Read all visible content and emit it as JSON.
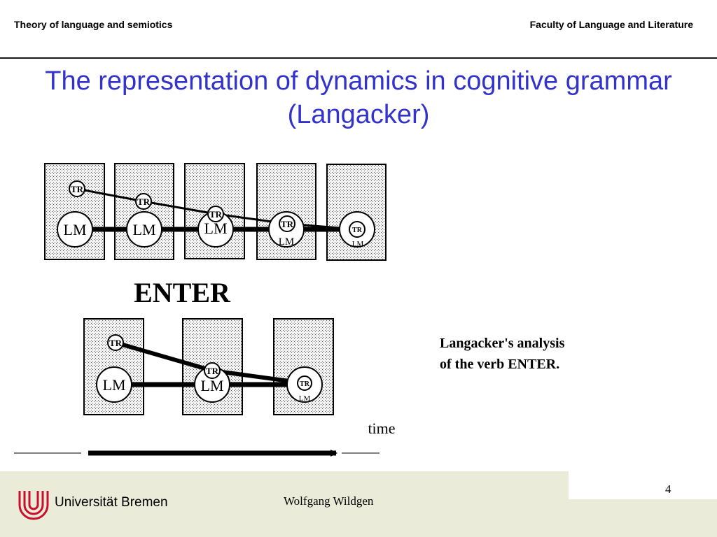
{
  "header": {
    "left": "Theory of language and semiotics",
    "right": "Faculty of Language and Literature"
  },
  "title": "The representation of dynamics in cognitive grammar (Langacker)",
  "figure": {
    "tr_label": "TR",
    "lm_label": "LM",
    "verb_label": "ENTER",
    "time_label": "time"
  },
  "caption": {
    "line1": "Langacker's analysis",
    "line2": "of the verb ENTER."
  },
  "footer": {
    "university": "Universität Bremen",
    "author": "Wolfgang Wildgen",
    "page": "4"
  },
  "colors": {
    "title": "#3333cc",
    "footer_band": "#ebebd9",
    "logo": "#c8102e"
  }
}
